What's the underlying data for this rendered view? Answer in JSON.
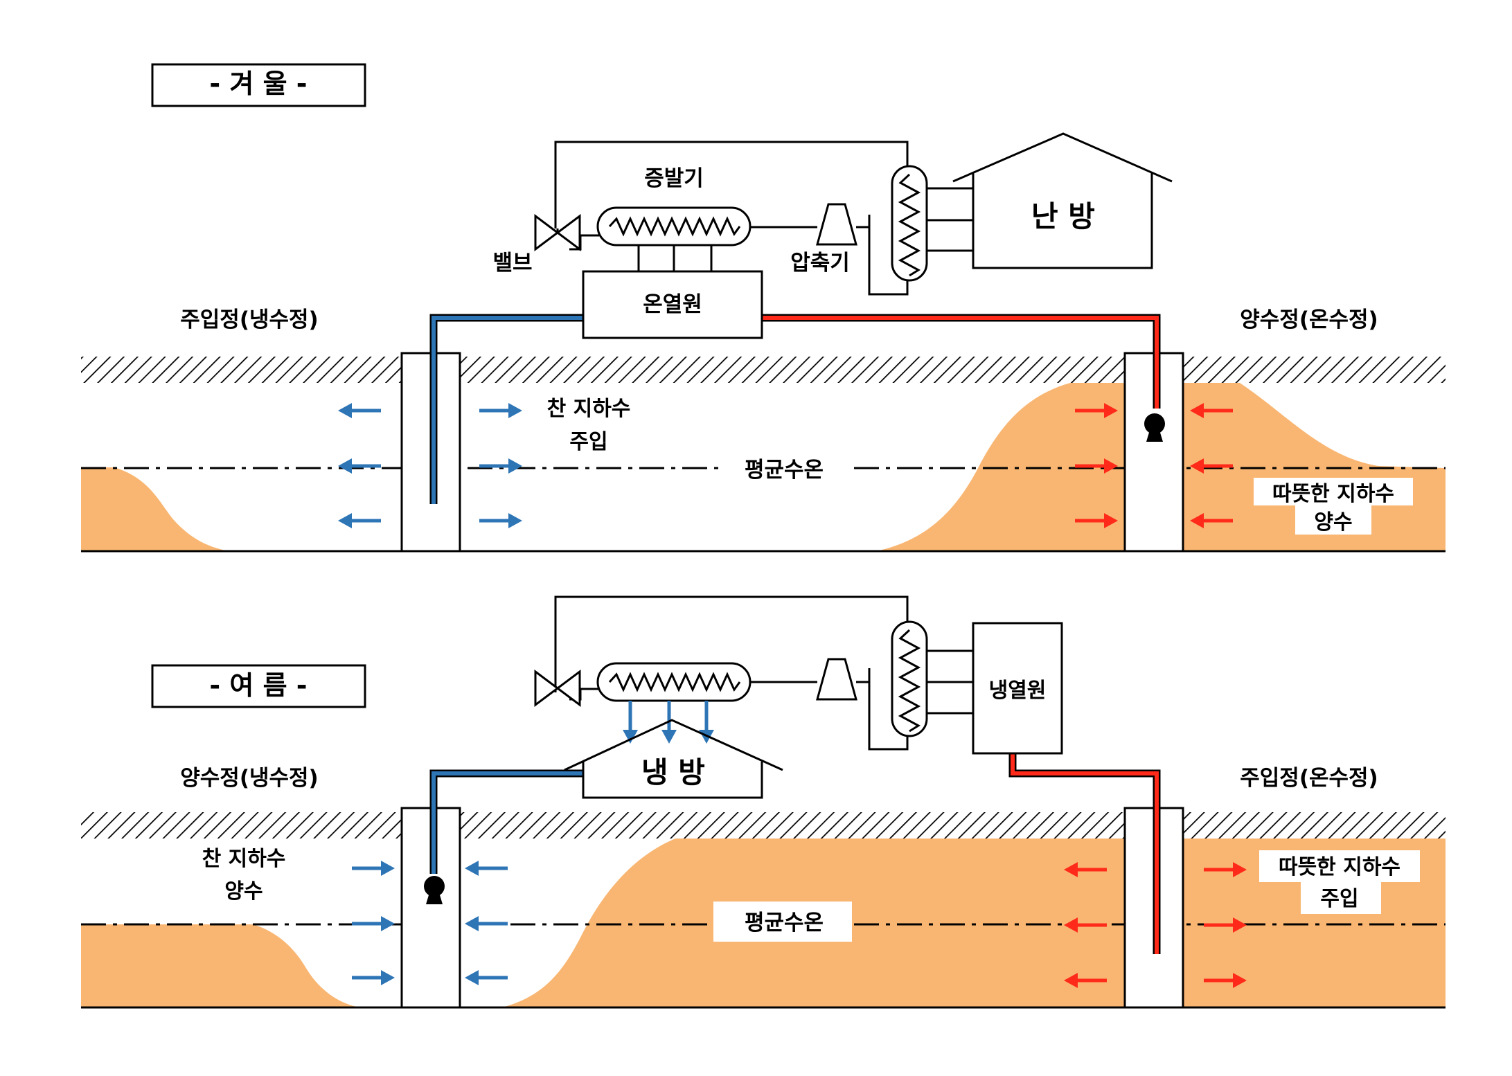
{
  "colors": {
    "cold": "#2e75b6",
    "hot": "#ff2a1a",
    "warm_zone": "#f9b672",
    "line": "#000000"
  },
  "winter": {
    "title": "- 겨 울 -",
    "evaporator": "증발기",
    "valve": "밸브",
    "compressor": "압축기",
    "heating": "난 방",
    "heat_source": "온열원",
    "left_well": "주입정(냉수정)",
    "right_well": "양수정(온수정)",
    "cold_water_line1": "찬 지하수",
    "cold_water_line2": "주입",
    "avg_temp": "평균수온",
    "warm_water_line1": "따뜻한 지하수",
    "warm_water_line2": "양수"
  },
  "summer": {
    "title": "- 여 름 -",
    "cooling": "냉 방",
    "cold_source": "냉열원",
    "left_well": "양수정(냉수정)",
    "right_well": "주입정(온수정)",
    "cold_water_line1": "찬 지하수",
    "cold_water_line2": "양수",
    "avg_temp": "평균수온",
    "warm_water_line1": "따뜻한 지하수",
    "warm_water_line2": "주입"
  }
}
